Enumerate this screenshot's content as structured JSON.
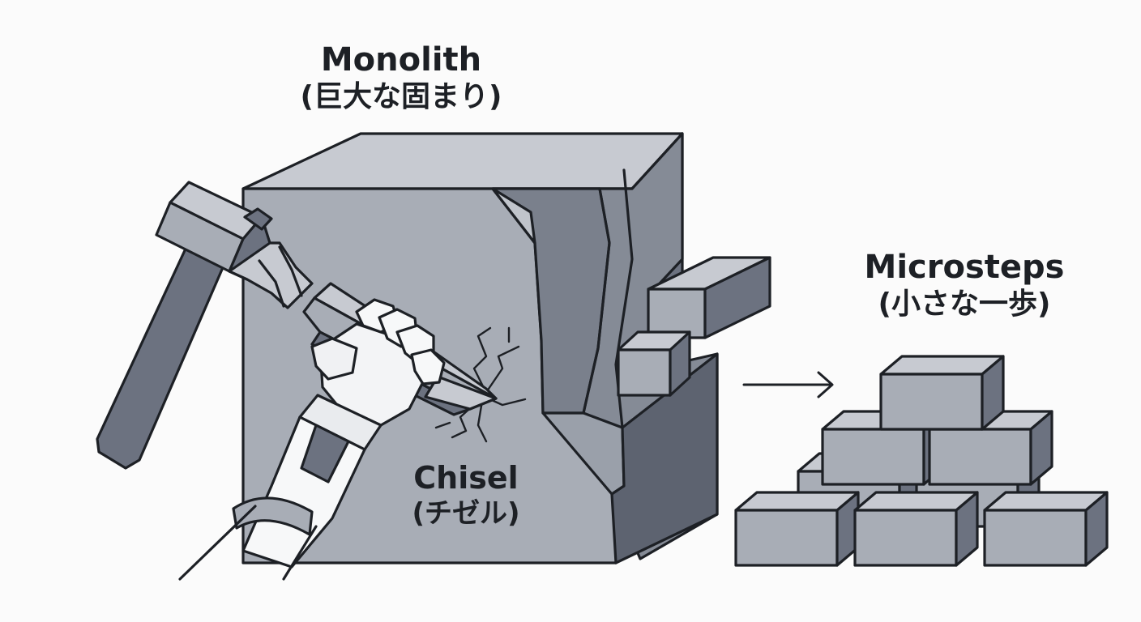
{
  "labels": {
    "monolith": {
      "title": "Monolith",
      "subtitle": "(巨大な固まり)"
    },
    "microsteps": {
      "title": "Microsteps",
      "subtitle": "(小さな一歩)"
    },
    "chisel": {
      "title": "Chisel",
      "subtitle": "(チゼル)"
    }
  },
  "icons": {
    "hammer": "hammer-icon",
    "chisel": "chisel-icon",
    "hand": "hand-icon",
    "arrow": "arrow-right-icon"
  },
  "colors": {
    "stroke": "#1d2025",
    "front": "#a8adb6",
    "top": "#c7cad1",
    "side": "#6c7280",
    "background": "#fbfbfb"
  }
}
